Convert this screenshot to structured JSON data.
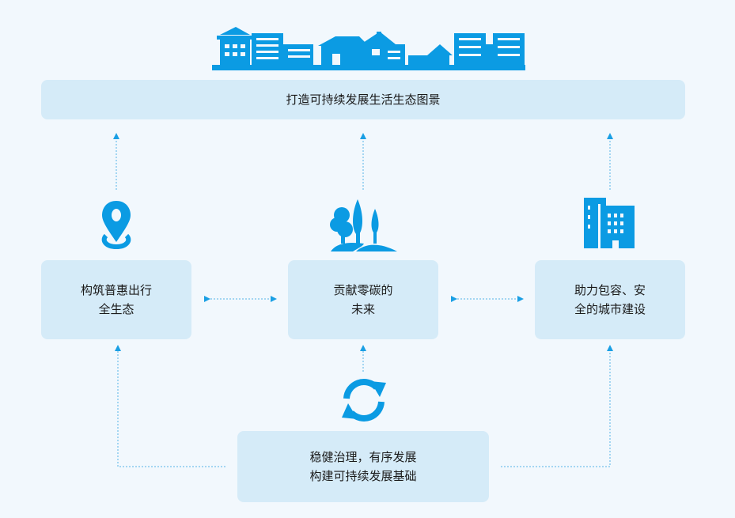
{
  "banner": {
    "title": "打造可持续发展生活生态图景"
  },
  "nodes": {
    "left": {
      "line1": "构筑普惠出行",
      "line2": "全生态",
      "icon": "location-pin-icon"
    },
    "center": {
      "line1": "贡献零碳的",
      "line2": "未来",
      "icon": "trees-icon"
    },
    "right": {
      "line1": "助力包容、安",
      "line2": "全的城市建设",
      "icon": "building-icon"
    },
    "bottom": {
      "line1": "稳健治理，有序发展",
      "line2": "构建可持续发展基础",
      "icon": "refresh-cycle-icon"
    }
  },
  "colors": {
    "accent": "#0b9be3",
    "box": "#d5ebf8",
    "background": "#f2f8fd"
  }
}
